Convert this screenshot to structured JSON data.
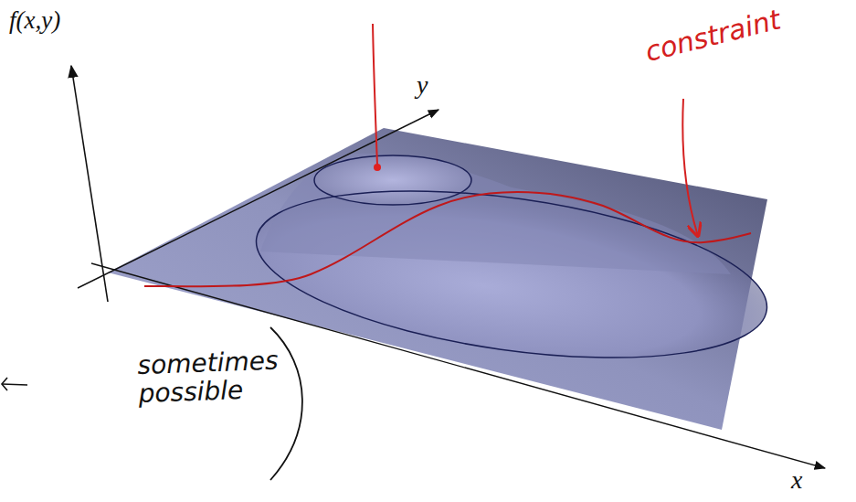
{
  "diagram": {
    "labels": [
      "f(x,y)",
      "y",
      "x",
      "constraint",
      "sometimes possible"
    ]
  }
}
